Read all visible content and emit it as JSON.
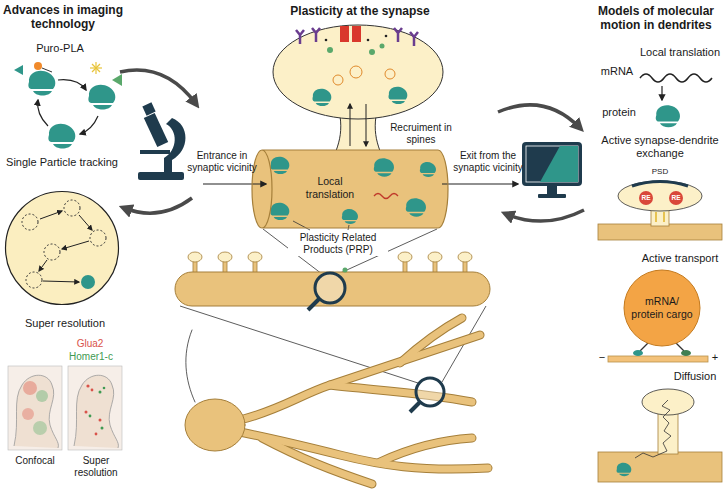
{
  "diagram": {
    "nodes": [
      {
        "text": [
          "Single Particle tracking"
        ]
      },
      {
        "text": [
          "Local translation"
        ]
      },
      {
        "text": [
          "mRNA/ protein cargo"
        ]
      }
    ],
    "labels": [
      "Advances in imaging technology",
      "Puro-PLA",
      "Super resolution",
      "Glua2",
      "Homer1-c",
      "Confocal",
      "Super resolution",
      "Plasticity at the synapse",
      "Entrance in synaptic vicinity",
      "Recruiment in spines",
      "Exit from the synaptic vicinity",
      "Plasticity Related Products (PRP)",
      "Models of molecular motion in dendrites",
      "Local translation",
      "mRNA",
      "protein",
      "Active synapse-dendrite exchange",
      "PSD",
      "RE",
      "RE",
      "Active transport",
      "−",
      "+",
      "Diffusion"
    ]
  }
}
